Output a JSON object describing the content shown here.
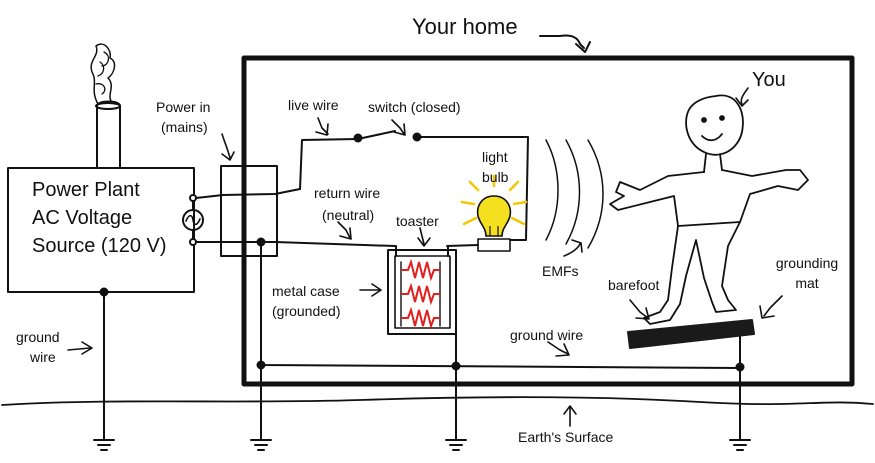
{
  "title": "Your home",
  "labels": {
    "you": "You",
    "power_in_1": "Power in",
    "power_in_2": "(mains)",
    "live_wire": "live wire",
    "switch": "switch (closed)",
    "light_1": "light",
    "light_2": "bulb",
    "return_wire_1": "return wire",
    "return_wire_2": "(neutral)",
    "toaster": "toaster",
    "metal_case_1": "metal case",
    "metal_case_2": "(grounded)",
    "emfs": "EMFs",
    "barefoot": "barefoot",
    "grounding_mat_1": "grounding",
    "grounding_mat_2": "mat",
    "ground_wire_inside": "ground wire",
    "ground_wire_out_1": "ground",
    "ground_wire_out_2": "wire",
    "earth_surface": "Earth's Surface"
  },
  "power_plant": {
    "line1": "Power Plant",
    "line2": "AC Voltage",
    "line3": "Source (120 V)"
  },
  "colors": {
    "ink": "#111111",
    "bulb": "#f5e020",
    "rays": "#f2c800",
    "resistor": "#e02020",
    "mat": "#1a1a1a"
  }
}
